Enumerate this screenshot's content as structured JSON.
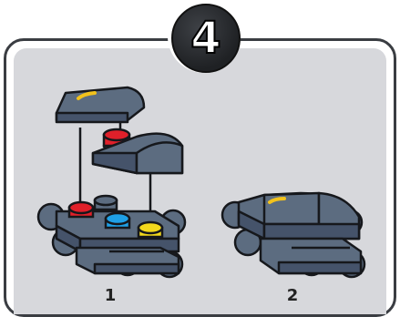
{
  "badge": {
    "number": "4"
  },
  "steps": [
    {
      "label": "1"
    },
    {
      "label": "2"
    }
  ],
  "colors": {
    "brick": "#5c6c80",
    "brick_dark": "#45536a",
    "outline": "#16181c",
    "stud_red": "#e0202a",
    "stud_blue": "#1fa0e6",
    "stud_yellow": "#f2d81c",
    "panel_bg": "#d7d8dc",
    "badge_bg": "#2a2c30"
  }
}
